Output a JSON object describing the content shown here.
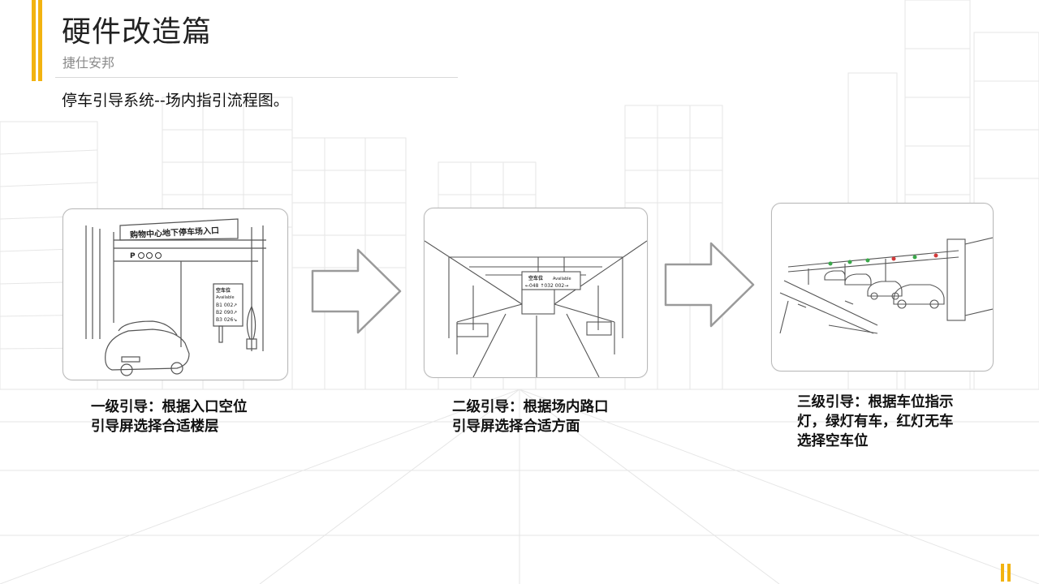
{
  "header": {
    "title": "硬件改造篇",
    "subtitle": "捷仕安邦"
  },
  "description": "停车引导系统--场内指引流程图。",
  "colors": {
    "accent": "#f2b310",
    "line": "#555555",
    "arrow": "#9a9a9a"
  },
  "steps": [
    {
      "caption_line1": "一级引导：根据入口空位",
      "caption_line2": "引导屏选择合适楼层",
      "caption_line3": "",
      "sign_title": "购物中心地下停车场入口",
      "sign_icons": "P",
      "screen_title": "空车位",
      "screen_subtitle": "Available",
      "screen_rows": [
        "B1 002↗",
        "B2 090↗",
        "B3 026↘"
      ]
    },
    {
      "caption_line1": "二级引导：根据场内路口",
      "caption_line2": "引导屏选择合适方面",
      "caption_line3": "",
      "screen_title": "空车位",
      "screen_subtitle": "Available",
      "screen_row": "←048 ↑032 002→"
    },
    {
      "caption_line1": "三级引导：根据车位指示",
      "caption_line2": "灯，绿灯有车，红灯无车",
      "caption_line3": "选择空车位"
    }
  ],
  "arrows": [
    {
      "icon": "right-arrow-icon"
    },
    {
      "icon": "right-arrow-icon"
    }
  ]
}
